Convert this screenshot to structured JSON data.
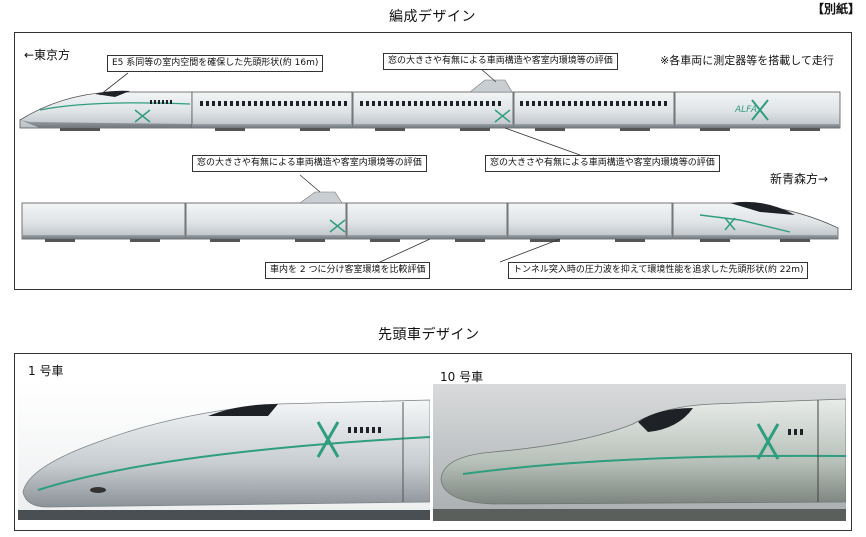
{
  "header": {
    "corner_label": "【別紙】",
    "formation_title": "編成デザイン",
    "leading_car_title": "先頭車デザイン"
  },
  "formation": {
    "direction_tokyo": "←東京方",
    "direction_shin_aomori": "新青森方→",
    "note_measurement": "※各車両に測定器等を搭載して走行",
    "callouts": {
      "e5_shape": "E5 系同等の室内空間を確保した先頭形状(約 16m)",
      "window_eval_top": "窓の大きさや有無による車両構造や客室内環境等の評価",
      "window_eval_mid_left": "窓の大きさや有無による車両構造や客室内環境等の評価",
      "window_eval_mid_right": "窓の大きさや有無による車両構造や客室内環境等の評価",
      "split_cabin": "車内を 2 つに分け客室環境を比較評価",
      "tunnel_shape": "トンネル突入時の圧力波を抑えて環境性能を追求した先頭形状(約 22m)"
    }
  },
  "leading_cars": {
    "car1_label": "1 号車",
    "car10_label": "10 号車"
  },
  "colors": {
    "accent_green": "#2e9e7e",
    "body_silver": "#d9dde0",
    "window_dark": "#1e2226",
    "frame": "#333333"
  }
}
